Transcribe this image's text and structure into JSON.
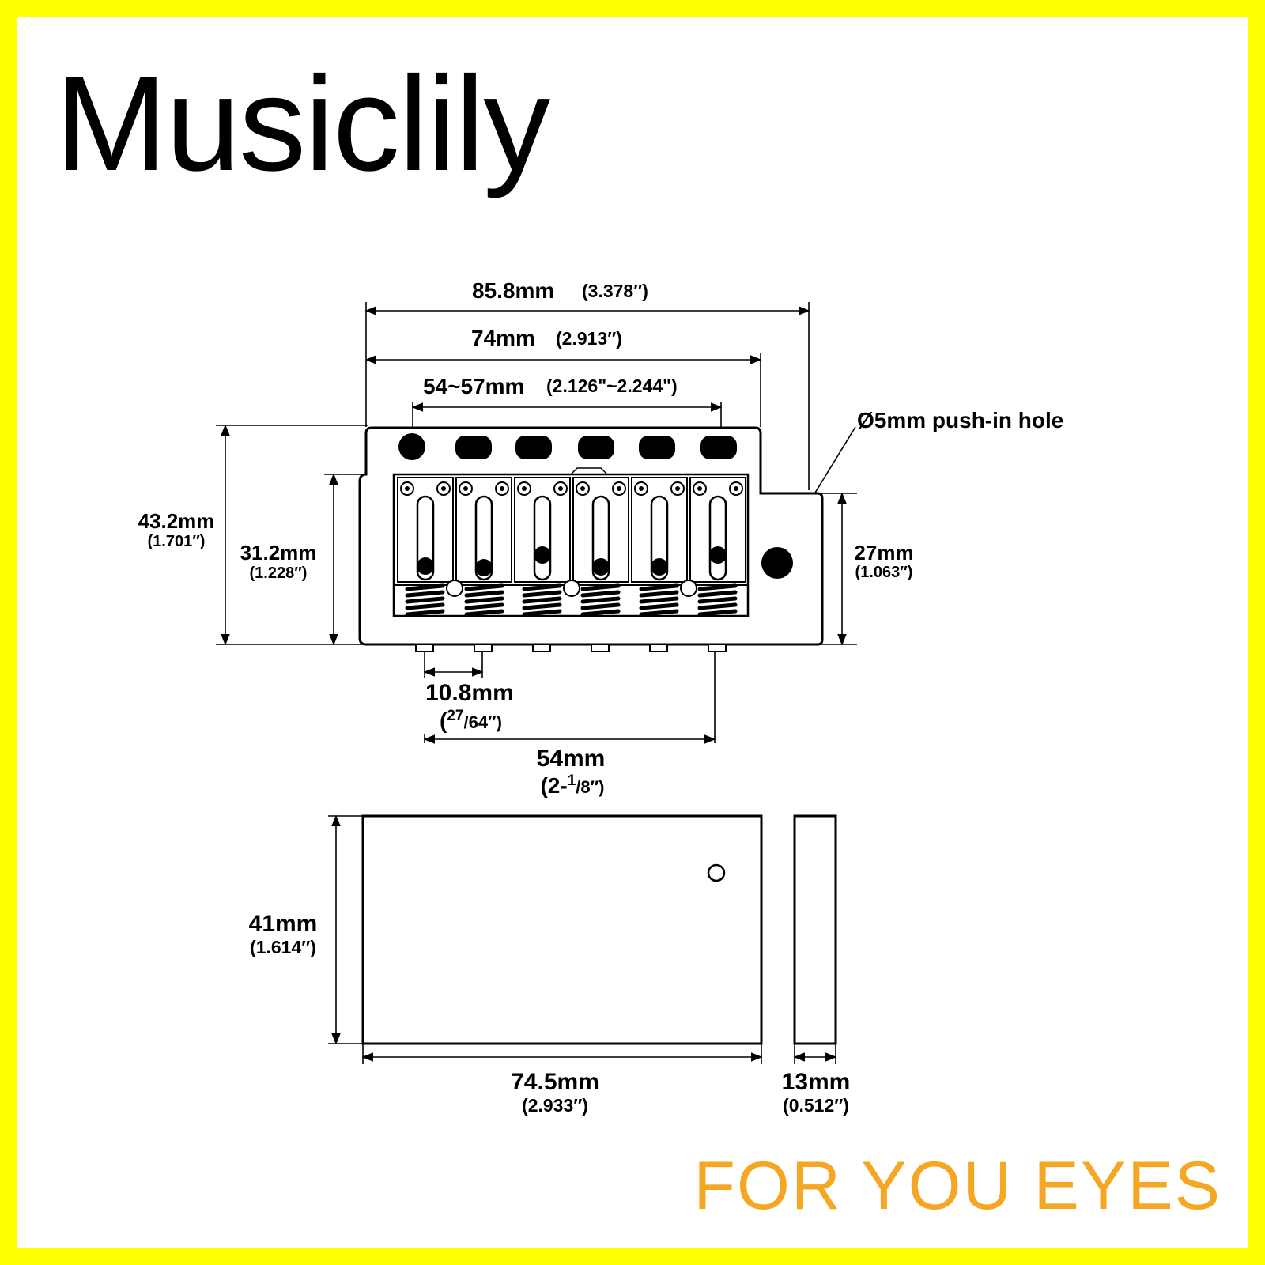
{
  "brand": "Musiclily",
  "tagline": "FOR YOU EYES",
  "colors": {
    "frame": "#ffff00",
    "tagline": "#f5a623",
    "ink": "#000000"
  },
  "bridge_top": {
    "overall_width": {
      "mm": "85.8mm",
      "inch": "(3.378″)"
    },
    "plate_width": {
      "mm": "74mm",
      "inch": "(2.913″)"
    },
    "string_spacing_range": {
      "mm": "54~57mm",
      "inch": "(2.126\"~2.244\")"
    },
    "push_in_hole": "Ø5mm push-in hole",
    "overall_height": {
      "mm": "43.2mm",
      "inch": "(1.701″)"
    },
    "saddle_height": {
      "mm": "31.2mm",
      "inch": "(1.228″)"
    },
    "side_height": {
      "mm": "27mm",
      "inch": "(1.063″)"
    },
    "saddle_spacing": {
      "mm": "10.8mm",
      "inch_prefix": "(",
      "inch_num": "27",
      "inch_den": "/64″)"
    },
    "screw_span": {
      "mm": "54mm",
      "inch_prefix": "(2-",
      "inch_num": "1",
      "inch_den": "/8″)"
    }
  },
  "block": {
    "height": {
      "mm": "41mm",
      "inch": "(1.614″)"
    },
    "width": {
      "mm": "74.5mm",
      "inch": "(2.933″)"
    },
    "thickness": {
      "mm": "13mm",
      "inch": "(0.512″)"
    }
  }
}
